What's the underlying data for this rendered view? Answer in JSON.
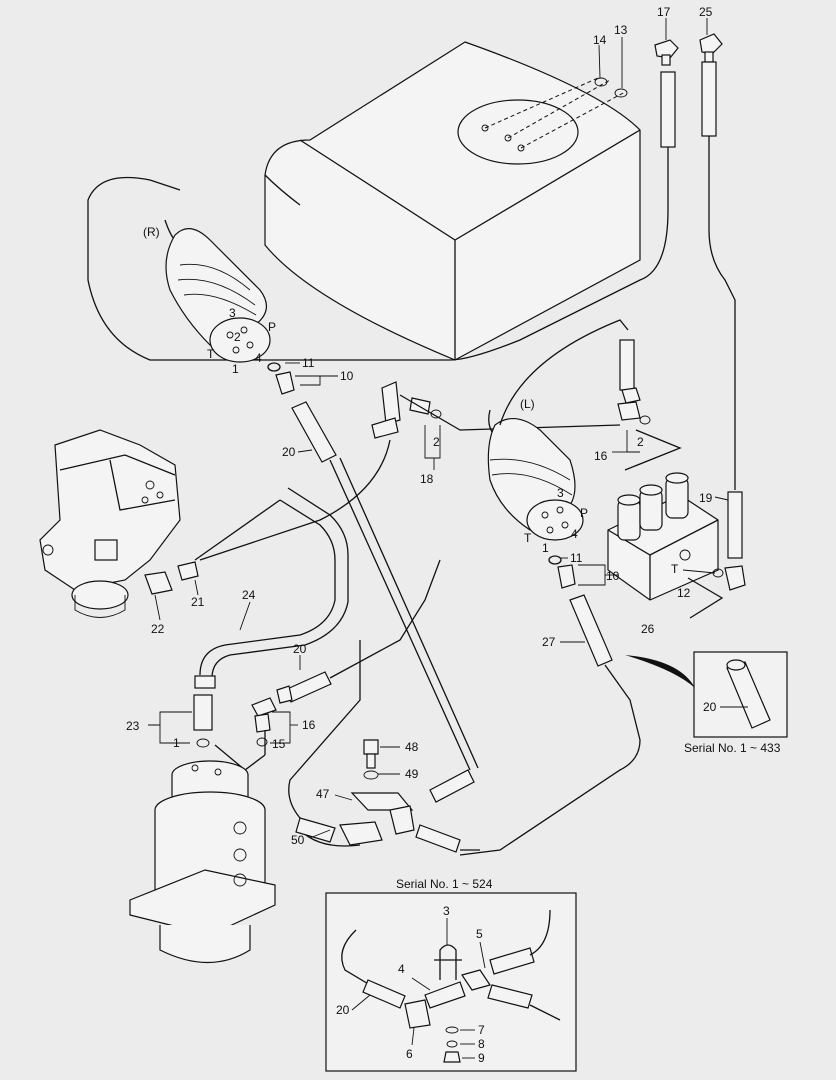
{
  "labels": {
    "n14": "14",
    "n13": "13",
    "n17": "17",
    "n25": "25",
    "side_r": "(R)",
    "side_l": "(L)",
    "r_3": "3",
    "r_2": "2",
    "r_P": "P",
    "r_T": "T",
    "r_4": "4",
    "r_1": "1",
    "n11a": "11",
    "n10a": "10",
    "n20a": "20",
    "n2a": "2",
    "n18": "18",
    "n16a": "16",
    "n2b": "2",
    "n19": "19",
    "l_3": "3",
    "l_P": "P",
    "l_T": "T",
    "l_4": "4",
    "l_1": "1",
    "n11b": "11",
    "n10b": "10",
    "t_T": "T",
    "n12": "12",
    "n26": "26",
    "n27": "27",
    "n21": "21",
    "n22": "22",
    "n24": "24",
    "n20b": "20",
    "n23": "23",
    "n1": "1",
    "n16b": "16",
    "n15": "15",
    "n48": "48",
    "n49": "49",
    "n47": "47",
    "n50": "50",
    "inset_top_part": "20",
    "inset_top_caption": "Serial No. 1 ~ 433",
    "inset_bottom_caption": "Serial No. 1 ~ 524",
    "ib_3": "3",
    "ib_5": "5",
    "ib_4": "4",
    "ib_20": "20",
    "ib_7": "7",
    "ib_8": "8",
    "ib_9": "9",
    "ib_6": "6"
  }
}
